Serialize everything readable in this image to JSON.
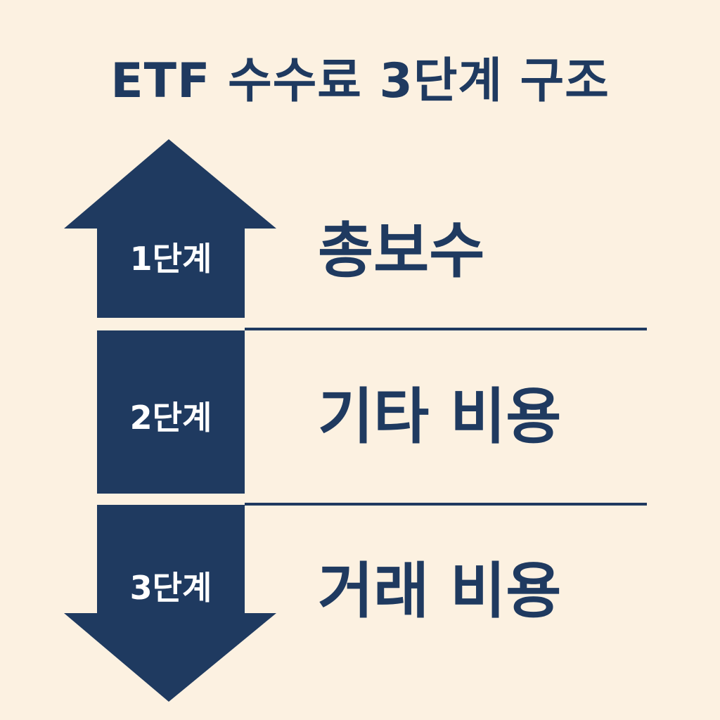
{
  "title": "ETF 수수료 3단계 구조",
  "stages": [
    {
      "label": "1단계",
      "name": "총보수"
    },
    {
      "label": "2단계",
      "name": "기타 비용"
    },
    {
      "label": "3단계",
      "name": "거래 비용"
    }
  ],
  "colors": {
    "background": "#fcf1e1",
    "primary": "#1f3a60",
    "label_text": "#ffffff"
  }
}
